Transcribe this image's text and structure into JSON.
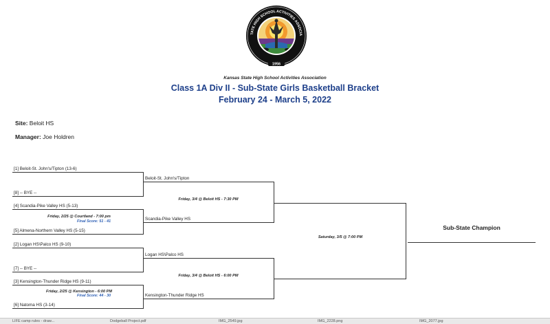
{
  "logo": {
    "text_top": "KANSAS STATE HIGH SCHOOL ACTIVITIES ASSOCIATION, INC.",
    "year": "1956"
  },
  "header": {
    "org": "Kansas State High School Activities Association",
    "title": "Class 1A Div II - Sub-State Girls Basketball Bracket",
    "dates": "February 24 - March 5, 2022"
  },
  "site": {
    "label": "Site:",
    "value": "Beloit HS"
  },
  "manager": {
    "label": "Manager:",
    "value": "Joe Holdren"
  },
  "round1": [
    {
      "team": "[1] Beloit-St. John's/Tipton   (13-6)"
    },
    {
      "team": "[8] -- BYE --"
    },
    {
      "team": "[4] Scandia-Pike Valley HS   (5-13)"
    },
    {
      "team": "[5] Almena-Northern Valley HS  (5-15)"
    },
    {
      "team": "[2] Logan HS\\Palco HS   (9-10)"
    },
    {
      "team": "[7] -- BYE --"
    },
    {
      "team": "[3] Kensington-Thunder Ridge HS   (9-11)"
    },
    {
      "team": "[6] Natoma HS  (3-14)"
    }
  ],
  "round1_games": [
    {
      "info": "Friday, 2/25 @ Courtland - 7:00 pm",
      "score": "Final Score: 51 - 41"
    },
    {
      "info": "Friday, 2/25 @ Kensington - 6:00 PM",
      "score": "Final Score: 44 - 30"
    }
  ],
  "round2": [
    {
      "team": "Beloit-St. John's/Tipton"
    },
    {
      "team": "Scandia-Pike Valley HS"
    },
    {
      "team": "Logan HS\\Palco HS"
    },
    {
      "team": "Kensington-Thunder Ridge HS"
    }
  ],
  "round2_games": [
    {
      "info": "Friday, 3/4 @ Beloit HS - 7:30 PM"
    },
    {
      "info": "Friday, 3/4 @ Beloit HS - 6:00 PM"
    }
  ],
  "final": {
    "info": "Saturday, 3/5 @ 7:00 PM"
  },
  "champion": {
    "label": "Sub-State Champion"
  },
  "taskbar": [
    "LIFE camp rules - draw...",
    "Dodgeball Project.pdf",
    "IMG_2549.jpg",
    "IMG_2228.png",
    "IMG_2077.jpg"
  ],
  "colors": {
    "title": "#1d3f8a",
    "score": "#2d5fb4",
    "lines": "#333333"
  }
}
